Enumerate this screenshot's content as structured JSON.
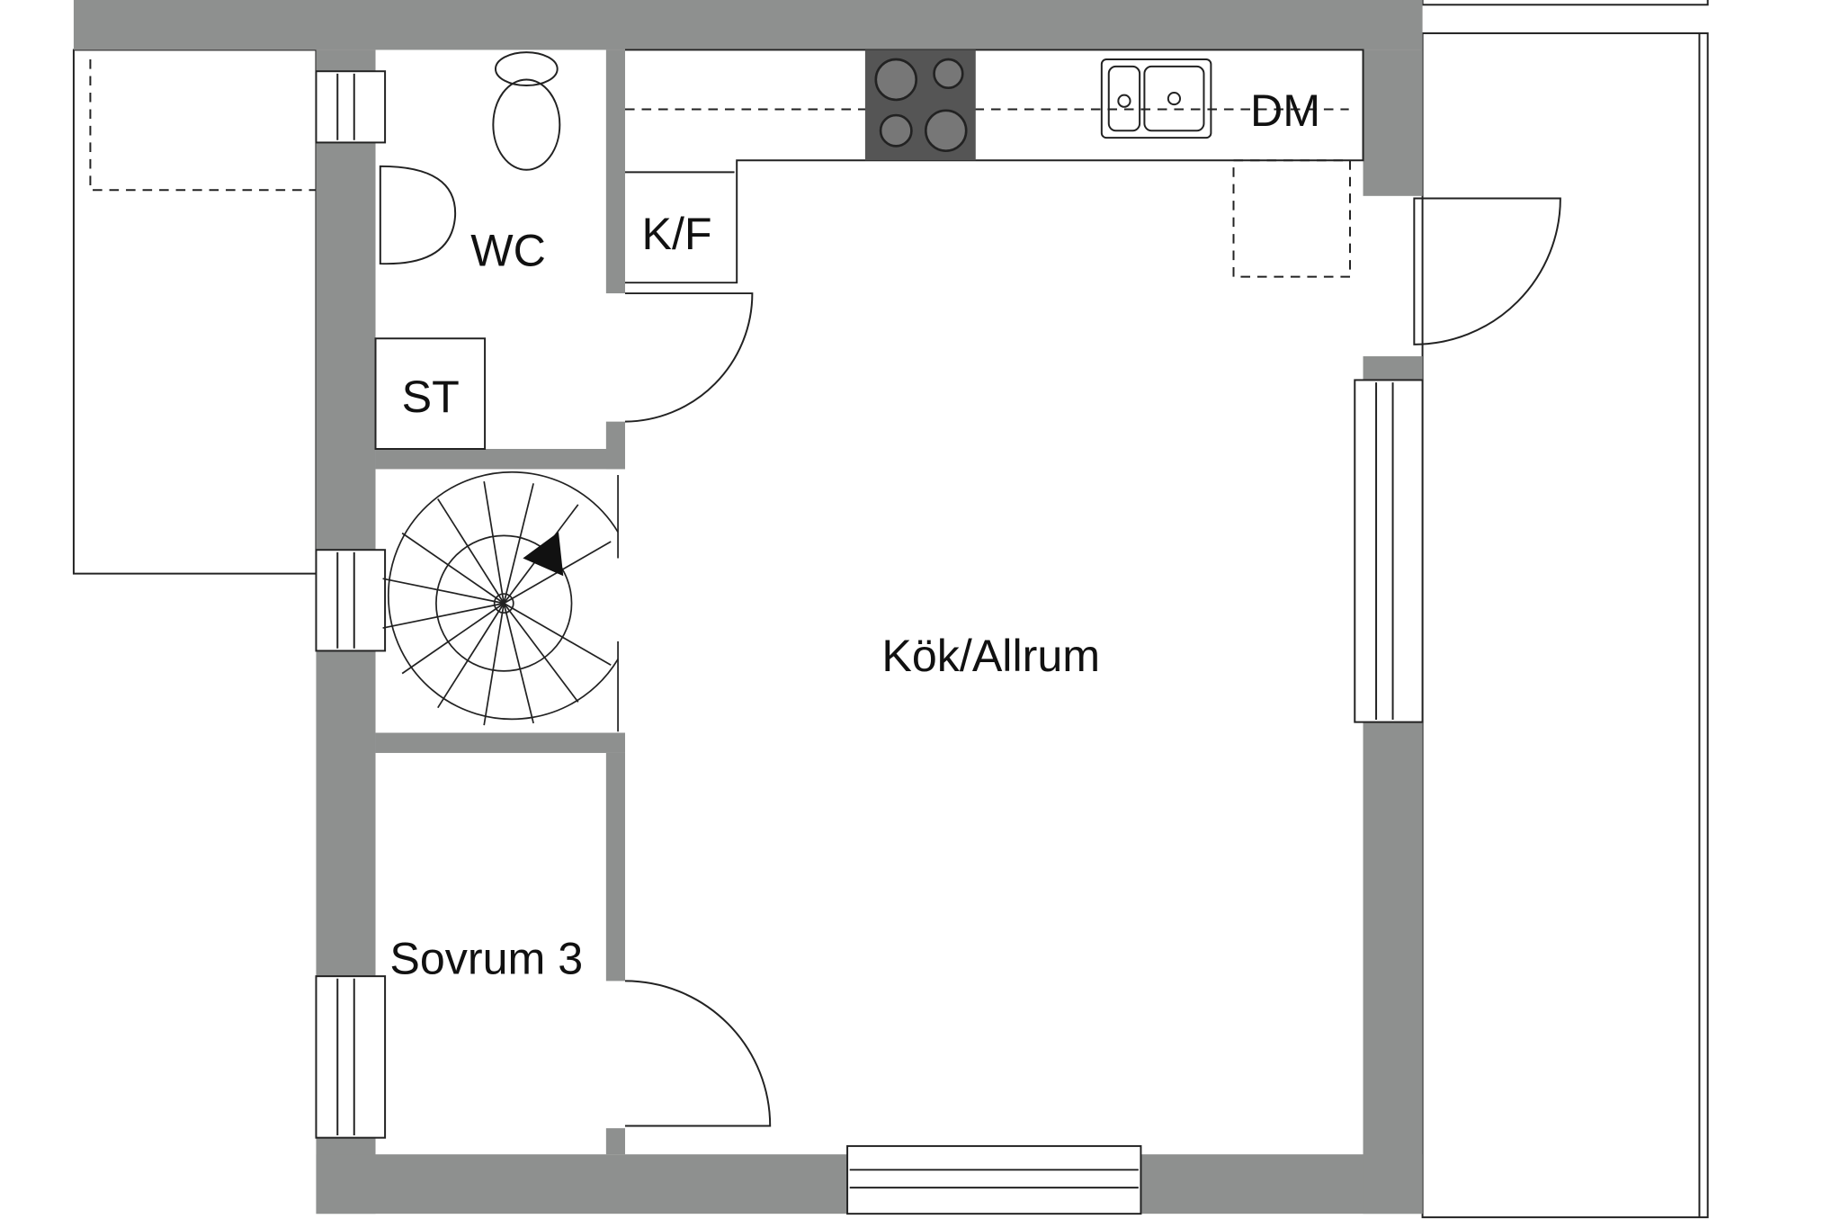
{
  "rooms": {
    "wc": "WC",
    "kf": "K/F",
    "dm": "DM",
    "st": "ST",
    "kitchen": "Kök/Allrum",
    "bedroom": "Sovrum 3"
  },
  "colors": {
    "wall": "#8e908f",
    "line": "#222222",
    "stove": "#555555"
  }
}
